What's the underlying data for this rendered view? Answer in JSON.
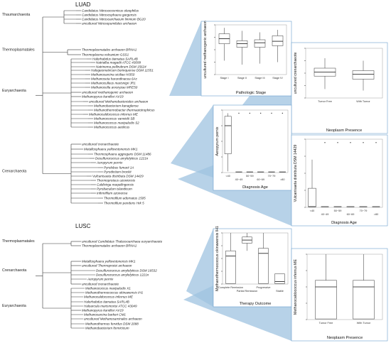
{
  "sections": {
    "luad": "LUAD",
    "lusc": "LUSC"
  },
  "colors": {
    "highlight": "#9fc3e0",
    "panel_border": "#6a9fcc"
  },
  "luad_tree": {
    "phyla": [
      "Thaumarchaeota",
      "Thermoplasmatales",
      "Euryarchaeota",
      "Crenarchaeota"
    ],
    "taxa": [
      "Candidatus Nitrosocosmicus oleophilus",
      "Candidatus Nitrososphaera gargensis",
      "Candidatus Nitrosoarchaeum limnium BG20",
      "uncultured Nitrosopumilales archaeon",
      "Thermoplasmatales archaeon BRNA1",
      "Thermoplasma volcanium GSS1",
      "Halorhabdus tiamatea SARL4B",
      "Natrialba magadii ATCC 43099",
      "Natrinema pellirubrum DSM 15624",
      "Halogeometricum borinquense DSM 11551",
      "Methanosarcina siciliae HI350",
      "Methanoseta harundinacea 6Ac",
      "Methanoculleus marisnigri JR1",
      "Methanocella arvoryzae MRE50",
      "uncultured methanogenic archaeon",
      "Methanopyrus kandleri AV19",
      "uncultured Methanobacteriales archaeon",
      "Methanobacterium kanaglense",
      "Methanothermobacter thermautotrophicus",
      "Methanocaldococcus infernus ME",
      "Methanococcus vannielii SB",
      "Methanococcus maripaludis S2",
      "Methanococcus aeolicus",
      "uncultured crenarchaeote",
      "Metallosphaera yellowstonensis MK1",
      "Thermosphaera aggregans DSM 11486",
      "Desulfurococcus amylolyticus 1221n",
      "Aeropyrum pernix",
      "Pyrolobus fumarii 1A",
      "Pyrodictium brockii",
      "Vulcanisaeta distributa DSM 14429",
      "Thermoproteus uzoniensis",
      "Caldivirga maquilingensis",
      "Pyrobaculum islandicum",
      "Infirmifilum uzonense",
      "Thermofilum adornatus 1505",
      "Thermofilum pendens Hrk 5"
    ]
  },
  "lusc_tree": {
    "phyla": [
      "Thermoplasmatales",
      "Crenarchaeota",
      "Euryarchaeota"
    ],
    "taxa": [
      "uncultured Candidatus Thalassoarchaea euryarchaeote",
      "Thermoplasmatales archaeon BRNA1",
      "Metallosphaera yellowstonensis MK1",
      "uncultured Thermoprotei archaeon",
      "Desulfurococcus amylolyticus DSM 16532",
      "Desulfurococcus amylolyticus 1221n",
      "Aeropyrum pernix",
      "uncultured crenarchaeote",
      "Methanococcus maripaludis X1",
      "Methanothermococcus okinawensis IH1",
      "Methanocaldococcus infernus ME",
      "Halorhabdus tiamatea SARL4B",
      "Haloarcula marismortui ATCC 43049",
      "Methanopyrus kandleri AV19",
      "Methanosarcina barkeri CM1",
      "uncultured Methanosarcinales archaeon",
      "Methanothermus fervidus DSM 2088",
      "Methanobacterium formicicum"
    ]
  },
  "panels": {
    "p1": {
      "ylabel": "uncultured methanogenic archaeon",
      "xlabel": "Pathologic Stage",
      "categories": [
        "Stage I",
        "Stage II",
        "Stage III",
        "Stage IV"
      ]
    },
    "p2": {
      "ylabel": "uncultured crenarchaeote",
      "xlabel": "Neoplasm Presence",
      "categories": [
        "Tumor Free",
        "With Tumor"
      ]
    },
    "p3": {
      "ylabel": "Aeropyrum pernix",
      "xlabel": "Diagnosis Age",
      "categories": [
        "<40",
        "40~49",
        "50~59",
        "60~69",
        "70~79",
        ">80"
      ]
    },
    "p4": {
      "ylabel": "Vulcanisaeta distributa DSM 14429",
      "xlabel": "Diagnosis Age",
      "categories": [
        "<40",
        "40~49",
        "50~59",
        "60~69",
        "70~79",
        ">80"
      ]
    },
    "p5": {
      "ylabel": "Methanothermococcus okinawensis IH1",
      "xlabel": "Therapy Outcome",
      "categories": [
        "Complete Remission",
        "Partial Remission",
        "Progressive",
        "Stable"
      ]
    },
    "p6": {
      "ylabel": "Methanocaldococcus infernus ME",
      "xlabel": "Neoplasm Presence",
      "categories": [
        "Tumor Free",
        "With Tumor"
      ]
    }
  }
}
